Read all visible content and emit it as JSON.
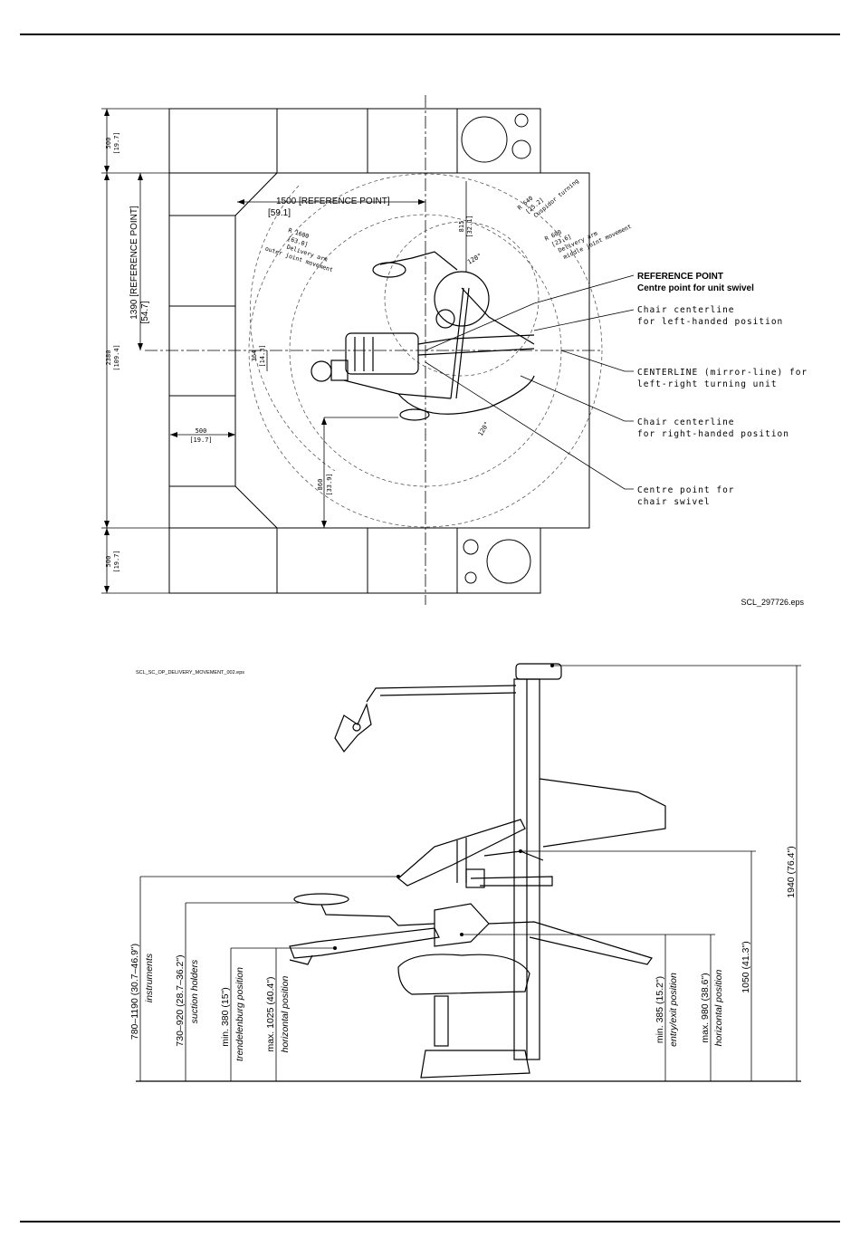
{
  "top_figure": {
    "file_label": "SCL_297726.eps",
    "dimensions": {
      "d500_top": "500",
      "d500_top_in": "[19.7]",
      "d2380": "2380",
      "d2380_in": "[109.4]",
      "d1390": "1390 [REFERENCE POINT]",
      "d1390_in": "[54.7]",
      "d1500": "1500 [REFERENCE POINT]",
      "d1500_in": "[59.1]",
      "d500_bottom": "500",
      "d500_bottom_in": "[19.7]",
      "d500_mid": "500",
      "d500_mid_in": "[19.7]",
      "d364": "364",
      "d364_in": "[14.3]",
      "d860": "860",
      "d860_in": "[33.9]",
      "d815": "815",
      "d815_in": "[32.1]",
      "r1600": "R 1600",
      "r1600_in": "[63.0]",
      "r1600_desc1": "Delivery arm",
      "r1600_desc2": "outer joint movement",
      "r640": "R 640",
      "r640_in": "[25.2]",
      "r640_desc": "Cuspidor turning",
      "r600": "R 600",
      "r600_in": "[23.6]",
      "r600_desc1": "Delivery arm",
      "r600_desc2": "middle joint movement",
      "angle_a": "120°",
      "angle_b": "120°"
    },
    "callouts": {
      "reference_title": "REFERENCE POINT",
      "reference_sub": "Centre point for unit swivel",
      "left_hand_1": "Chair centerline",
      "left_hand_2": "for left-handed position",
      "centerline_1": "CENTERLINE (mirror-line) for",
      "centerline_2": "left-right turning unit",
      "right_hand_1": "Chair centerline",
      "right_hand_2": "for right-handed position",
      "chair_swivel_1": "Centre point for",
      "chair_swivel_2": "chair swivel"
    }
  },
  "bottom_figure": {
    "file_label": "SCL_SC_OP_DELIVERY_MOVEMENT_002.eps",
    "left_dims": [
      {
        "value": "780–1190 (30.7–46.9\")",
        "desc": "instruments"
      },
      {
        "value": "730–920 (28.7–36.2\")",
        "desc": "suction holders"
      },
      {
        "value": "min. 380 (15\")",
        "desc": "trendelenburg position"
      },
      {
        "value": "max. 1025 (40.4\")",
        "desc": "horizontal position"
      }
    ],
    "right_dims": [
      {
        "value": "min. 385 (15.2\")",
        "desc": "entry/exit position"
      },
      {
        "value": "max. 980 (38.6\")",
        "desc": "horizontal position"
      },
      {
        "value": "1050 (41.3\")",
        "desc": ""
      },
      {
        "value": "1940 (76.4\")",
        "desc": ""
      }
    ]
  }
}
